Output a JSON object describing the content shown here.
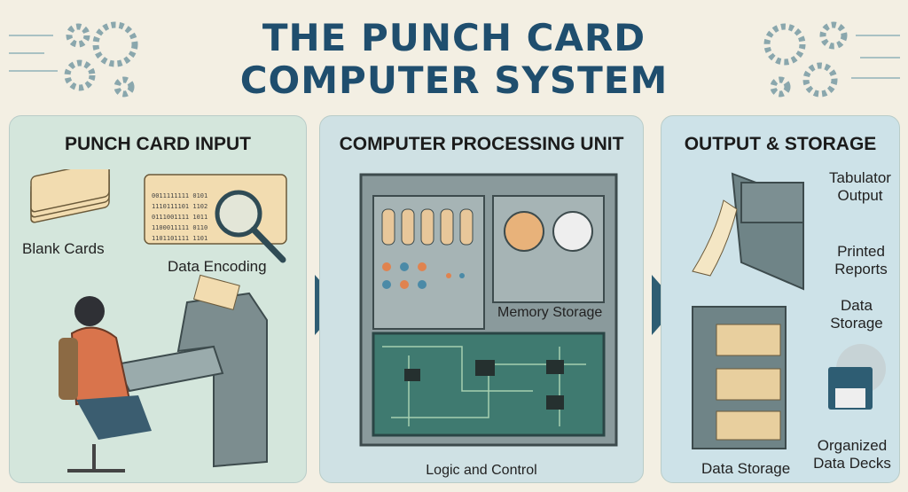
{
  "title": {
    "line1": "THE PUNCH CARD",
    "line2": "COMPUTER SYSTEM"
  },
  "panels": {
    "input": {
      "heading": "PUNCH CARD INPUT",
      "labels": {
        "blank_cards": "Blank Cards",
        "data_encoding": "Data Encoding"
      }
    },
    "processing": {
      "heading": "COMPUTER PROCESSING UNIT",
      "labels": {
        "memory": "Memory Storage",
        "logic": "Logic and Control"
      }
    },
    "output": {
      "heading": "OUTPUT & STORAGE",
      "labels": {
        "tabulator": "Tabulator Output",
        "printed": "Printed Reports",
        "data_storage_side": "Data Storage",
        "data_storage": "Data Storage",
        "decks": "Organized Data Decks"
      }
    }
  },
  "colors": {
    "title": "#1f4e6e",
    "arrow": "#2e5d73",
    "card": "#f2dcb0",
    "machine": "#6f8487"
  }
}
